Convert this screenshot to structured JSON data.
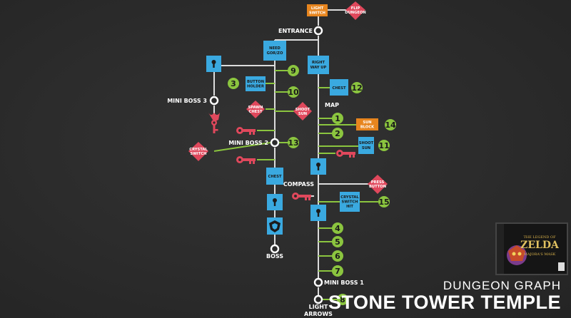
{
  "title": {
    "subtitle": "DUNGEON GRAPH",
    "main": "STONE TOWER TEMPLE"
  },
  "cover": {
    "logo_text": "ZELDA",
    "series_text": "THE LEGEND OF",
    "game_text": "MAJORA'S MASK"
  },
  "labels": {
    "entrance": "ENTRANCE",
    "map": "MAP",
    "compass": "COMPASS",
    "mini_boss_1": "MINI BOSS 1",
    "mini_boss_2": "MINI BOSS 2",
    "mini_boss_3": "MINI BOSS 3",
    "boss": "BOSS",
    "light_arrows_1": "LIGHT",
    "light_arrows_2": "ARROWS"
  },
  "boxes": {
    "light_switch": [
      "LIGHT",
      "SWITCH"
    ],
    "flip_dungeon": [
      "FLIP",
      "DUNGEON"
    ],
    "need_goron": [
      "NEED",
      "GOR/ZO"
    ],
    "right_way_up": [
      "RIGHT",
      "WAY UP"
    ],
    "button_holder": [
      "BUTTON",
      "HOLDER"
    ],
    "chest_12": [
      "CHEST"
    ],
    "spawn_chest": [
      "SPAWN",
      "CHEST"
    ],
    "shoot_sun_1": [
      "SHOOT",
      "SUN"
    ],
    "sun_block": [
      "SUN",
      "BLOCK"
    ],
    "shoot_sun_2": [
      "SHOOT",
      "SUN"
    ],
    "crystal_switch_l": [
      "CRYSTAL",
      "SWITCH"
    ],
    "chest_left": [
      "CHEST"
    ],
    "press_button": [
      "PRESS",
      "BUTTON"
    ],
    "crystal_switch_hit": [
      "CRYSTAL",
      "SWITCH",
      "HIT"
    ]
  },
  "green_numbers": {
    "n1": "1",
    "n2": "2",
    "n3": "3",
    "n4": "4",
    "n5": "5",
    "n6": "6",
    "n7": "7",
    "n8": "8",
    "n9": "9",
    "n10": "10",
    "n11": "11",
    "n12": "12",
    "n13": "13",
    "n14": "14",
    "n15": "15"
  },
  "colors": {
    "background": "#2b2b2b",
    "blue": "#3aa9e0",
    "green": "#8bc53f",
    "red": "#e0485c",
    "orange": "#e7851e",
    "line": "#dcdcdc"
  }
}
